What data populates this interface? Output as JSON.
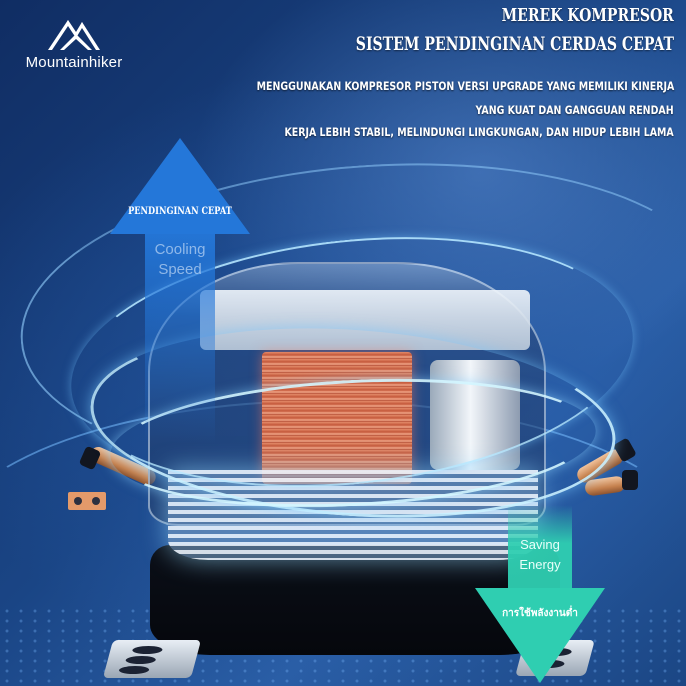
{
  "brand": {
    "logo_icon": "mountain-peaks-icon",
    "name": "Mountainhiker"
  },
  "header": {
    "title_line1": "MEREK KOMPRESOR",
    "title_line2": "SISTEM PENDINGINAN CERDAS CEPAT",
    "description": [
      "MENGGUNAKAN KOMPRESOR PISTON VERSI UPGRADE YANG MEMILIKI KINERJA",
      "YANG KUAT DAN GANGGUAN RENDAH",
      "KERJA LEBIH STABIL, MELINDUNGI LINGKUNGAN, DAN HIDUP LEBIH LAMA"
    ]
  },
  "badges": {
    "cooling": {
      "main_label": "PENDINGINAN CEPAT",
      "sub_label": "Cooling Speed",
      "icon": "arrow-up-icon",
      "color": "#2477d9"
    },
    "energy": {
      "main_label": "การใช้พลังงานต่ำ",
      "sub_label": "Saving Energy",
      "icon": "arrow-down-icon",
      "color": "#2fceb1"
    }
  },
  "product": {
    "name": "compressor",
    "colors": {
      "background": "#1a4585",
      "coil": "#c4583a",
      "pipes": "#c5814e",
      "glow": "#a0dcff"
    }
  }
}
